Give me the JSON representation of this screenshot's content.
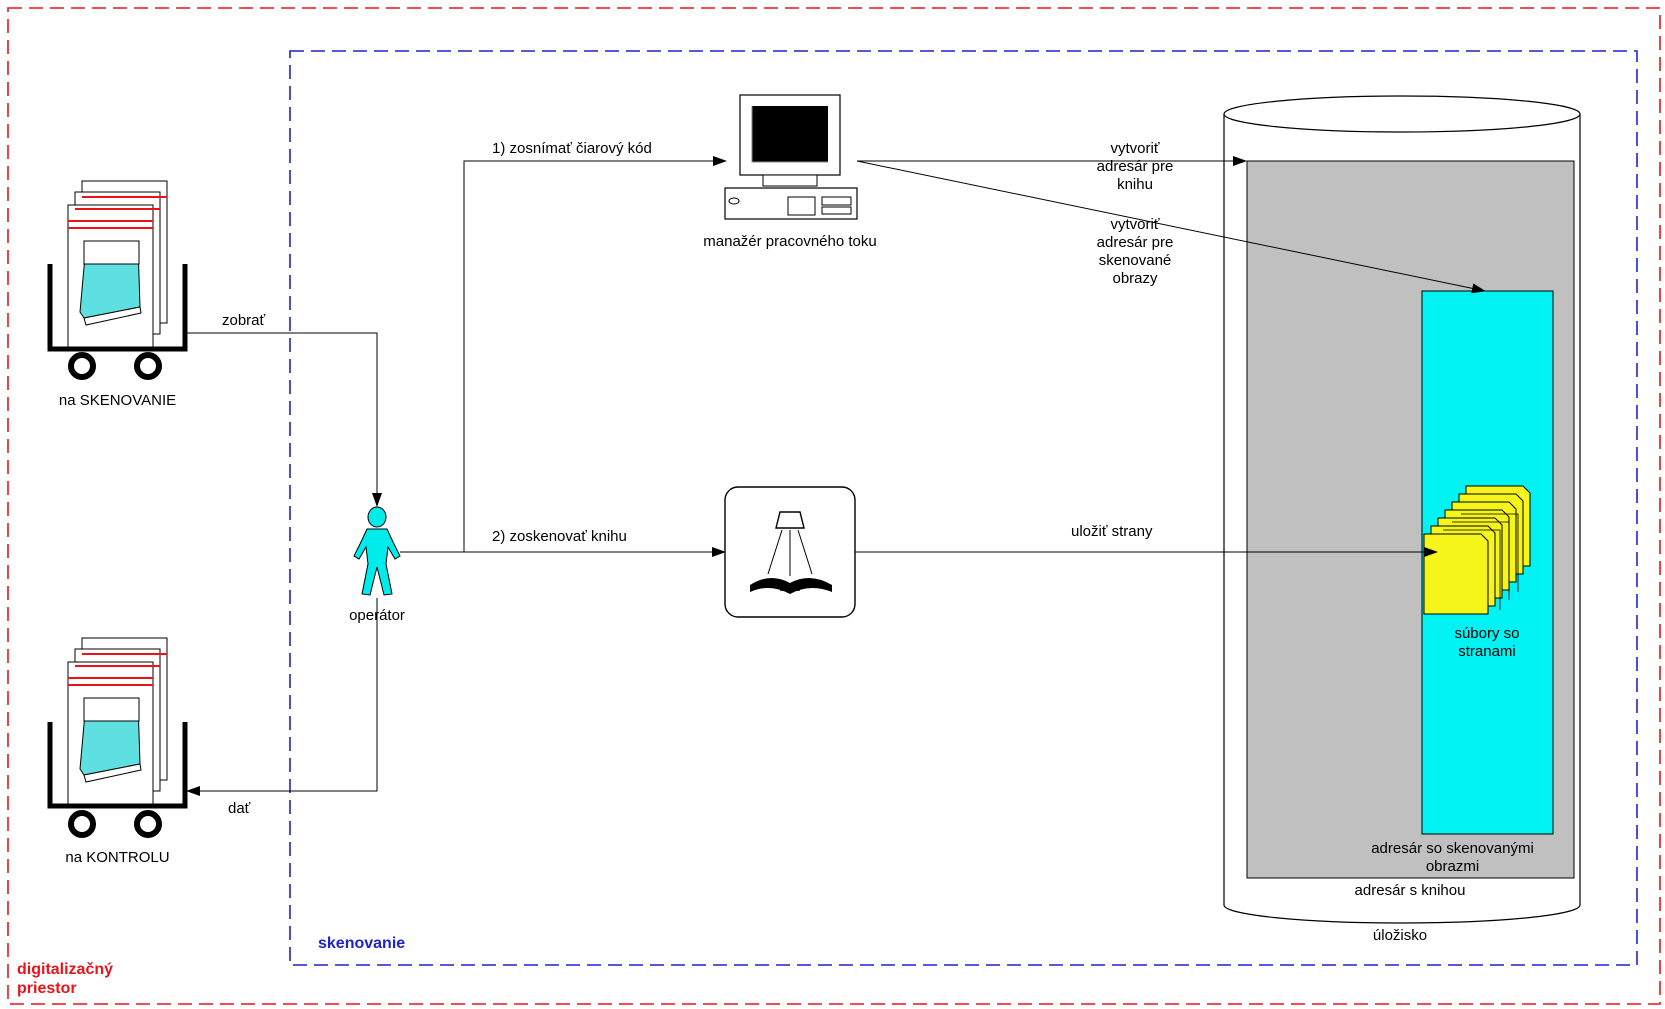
{
  "colors": {
    "outer_border": "#e8141c",
    "inner_border": "#1f24c8",
    "storage_dir": "#c0c0c0",
    "scan_dir": "#00f2f2",
    "page_files": "#f5f51a",
    "operator": "#00ecec",
    "cart_book": "#5ee0e0"
  },
  "zones": {
    "outer_label": "digitalizačný\npriestor",
    "inner_label": "skenovanie"
  },
  "carts": {
    "top_label": "na SKENOVANIE",
    "bottom_label": "na KONTROLU",
    "icon": "book-cart-icon"
  },
  "operator": {
    "label": "operátor",
    "icon": "person-icon"
  },
  "workstation": {
    "label": "manažér pracovného toku",
    "icon": "computer-icon"
  },
  "scanner": {
    "icon": "book-scanner-icon"
  },
  "storage": {
    "label": "úložisko",
    "book_dir_label": "adresár s knihou",
    "scan_dir_label": "adresár so skenovanými\nobrazmi",
    "files_label": "súbory so\nstranami",
    "files_icon": "document-stack-icon"
  },
  "flows": {
    "take": "zobrať",
    "give": "dať",
    "scan_barcode": "1) zosnímať čiarový kód",
    "scan_book": "2) zoskenovať knihu",
    "create_book_dir": "vytvoriť\nadresár pre\nknihu",
    "create_scan_dir": "vytvoriť\nadresár pre\nskenované\nobrazy",
    "save_pages": "uložiť strany"
  }
}
